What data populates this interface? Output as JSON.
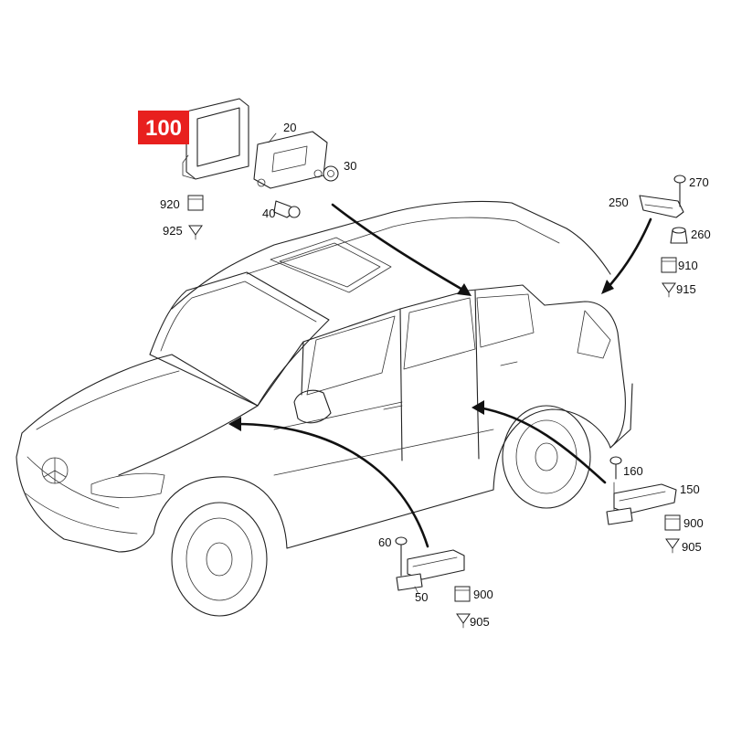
{
  "highlight": {
    "label": "100",
    "color": "#e8201e"
  },
  "labels": {
    "p20": "20",
    "p30": "30",
    "p40": "40",
    "p920": "920",
    "p925": "925",
    "p250": "250",
    "p270": "270",
    "p260": "260",
    "p910": "910",
    "p915": "915",
    "p160": "160",
    "p150": "150",
    "p900r": "900",
    "p905r": "905",
    "p60": "60",
    "p50": "50",
    "p900b": "900",
    "p905b": "905"
  },
  "icons": {
    "vehicle": "mercedes-suv-outline",
    "control_unit": "control-unit-module",
    "bracket": "mounting-bracket",
    "screw": "screw",
    "nut": "nut",
    "clip": "clip",
    "connector": "connector-symbol",
    "funnel": "funnel-symbol"
  }
}
